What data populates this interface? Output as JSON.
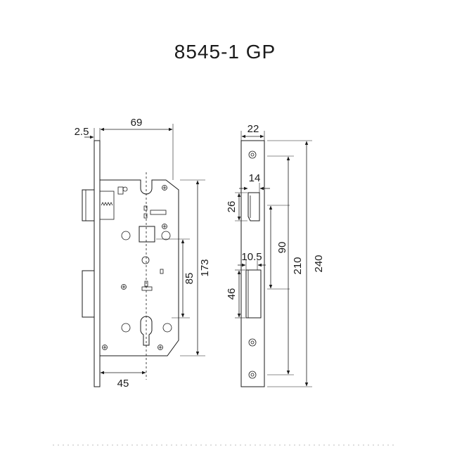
{
  "title": "8545-1 GP",
  "front_view": {
    "dim_2_5": "2.5",
    "dim_69": "69",
    "dim_173": "173",
    "dim_85": "85",
    "dim_45": "45"
  },
  "side_view": {
    "dim_22": "22",
    "dim_14": "14",
    "dim_26": "26",
    "dim_90": "90",
    "dim_10_5": "10.5",
    "dim_46": "46",
    "dim_210": "210",
    "dim_240": "240"
  }
}
